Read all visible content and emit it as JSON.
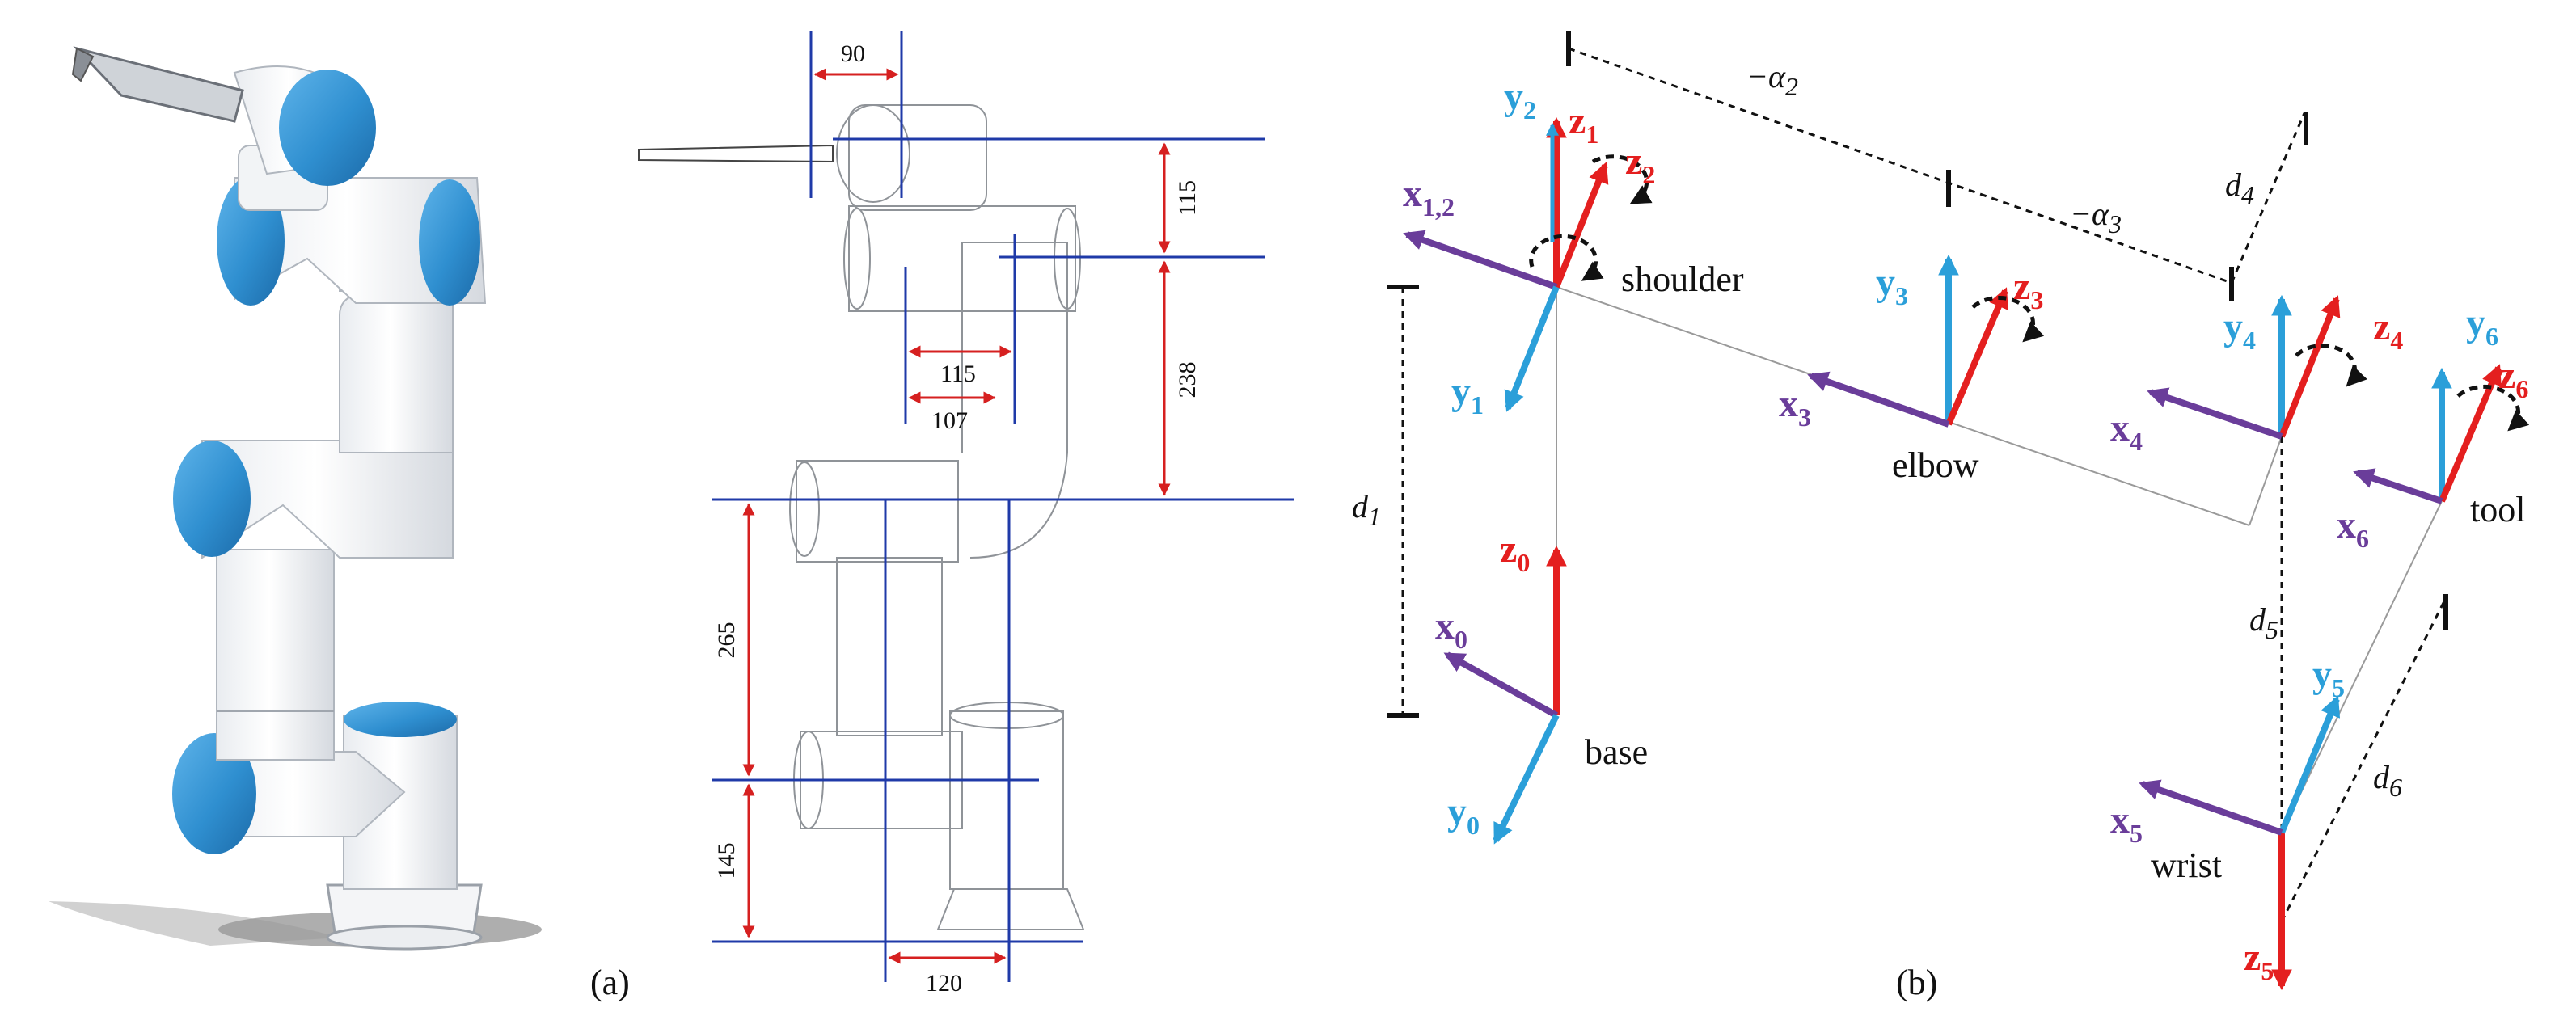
{
  "panel_a": {
    "caption": "(a)",
    "dims": {
      "w90": "90",
      "h115": "115",
      "w115": "115",
      "w107": "107",
      "h238": "238",
      "h265": "265",
      "h145": "145",
      "w120": "120"
    }
  },
  "panel_b": {
    "caption": "(b)",
    "joints": {
      "shoulder": "shoulder",
      "elbow": "elbow",
      "base": "base",
      "wrist": "wrist",
      "tool": "tool"
    },
    "params": {
      "a2": {
        "main": "−α",
        "sub": "2"
      },
      "a3": {
        "main": "−α",
        "sub": "3"
      },
      "d1": {
        "main": "d",
        "sub": "1"
      },
      "d4": {
        "main": "d",
        "sub": "4"
      },
      "d5": {
        "main": "d",
        "sub": "5"
      },
      "d6": {
        "main": "d",
        "sub": "6"
      }
    },
    "axes": {
      "x0": {
        "main": "x",
        "sub": "0"
      },
      "y0": {
        "main": "y",
        "sub": "0"
      },
      "z0": {
        "main": "z",
        "sub": "0"
      },
      "x12": {
        "main": "x",
        "sub": "1,2"
      },
      "y1": {
        "main": "y",
        "sub": "1"
      },
      "y2": {
        "main": "y",
        "sub": "2"
      },
      "z1": {
        "main": "z",
        "sub": "1"
      },
      "z2": {
        "main": "z",
        "sub": "2"
      },
      "x3": {
        "main": "x",
        "sub": "3"
      },
      "y3": {
        "main": "y",
        "sub": "3"
      },
      "z3": {
        "main": "z",
        "sub": "3"
      },
      "x4": {
        "main": "x",
        "sub": "4"
      },
      "y4": {
        "main": "y",
        "sub": "4"
      },
      "z4": {
        "main": "z",
        "sub": "4"
      },
      "x5": {
        "main": "x",
        "sub": "5"
      },
      "y5": {
        "main": "y",
        "sub": "5"
      },
      "z5": {
        "main": "z",
        "sub": "5"
      },
      "x6": {
        "main": "x",
        "sub": "6"
      },
      "y6": {
        "main": "y",
        "sub": "6"
      },
      "z6": {
        "main": "z",
        "sub": "6"
      }
    },
    "colors": {
      "x": "#6a3d9a",
      "y": "#2b9fd9",
      "z": "#e41f1f",
      "arm_blue": "#2f8fd0",
      "dim_red": "#d62020",
      "dim_blue": "#1f3aa8"
    }
  }
}
